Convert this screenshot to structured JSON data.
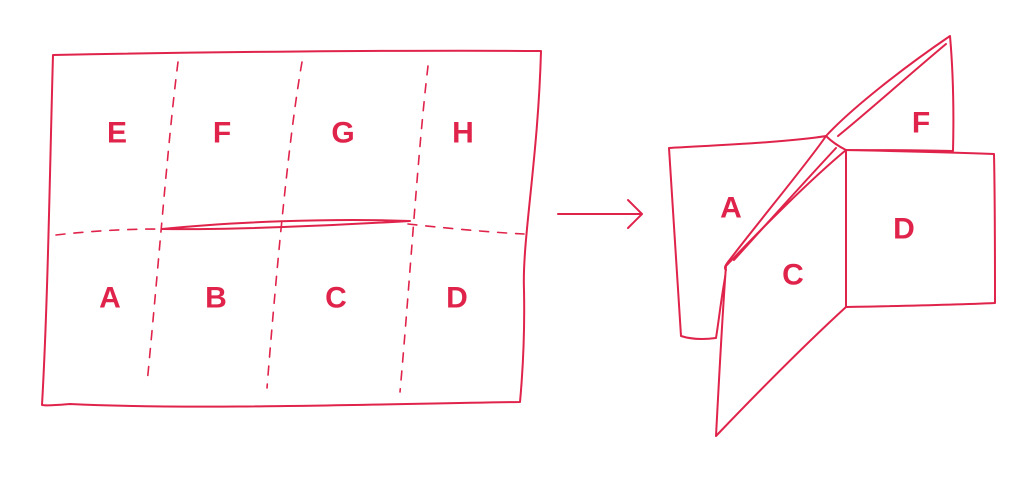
{
  "colors": {
    "ink": "#e0234a",
    "background": "#ffffff"
  },
  "flat_sheet": {
    "top_row_labels": [
      "E",
      "F",
      "G",
      "H"
    ],
    "bottom_row_labels": [
      "A",
      "B",
      "C",
      "D"
    ]
  },
  "arrow": {
    "icon": "arrow-right-icon"
  },
  "folded_booklet": {
    "labels": {
      "a": "A",
      "f": "F",
      "c": "C",
      "d": "D"
    }
  }
}
